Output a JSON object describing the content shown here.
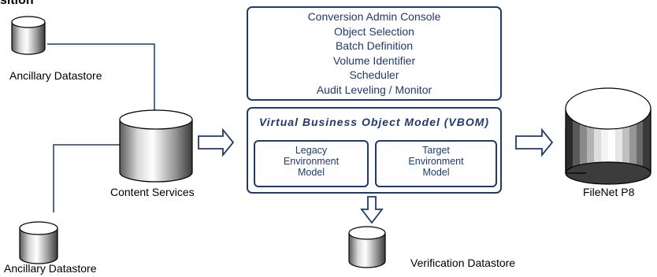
{
  "heading_fragment": "sition",
  "admin_console": {
    "lines": [
      "Conversion Admin Console",
      "Object Selection",
      "Batch Definition",
      "Volume Identifier",
      "Scheduler",
      "Audit Leveling / Monitor"
    ]
  },
  "vbom": {
    "title": "Virtual Business Object Model (VBOM)",
    "legacy": [
      "Legacy",
      "Environment",
      "Model"
    ],
    "target": [
      "Target",
      "Environment",
      "Model"
    ]
  },
  "datastores": {
    "ancillary_top": "Ancillary Datastore",
    "content_services": "Content Services",
    "ancillary_bottom": "Ancillary Datastore",
    "filenet": "FileNet P8",
    "verification": "Verification Datastore"
  }
}
